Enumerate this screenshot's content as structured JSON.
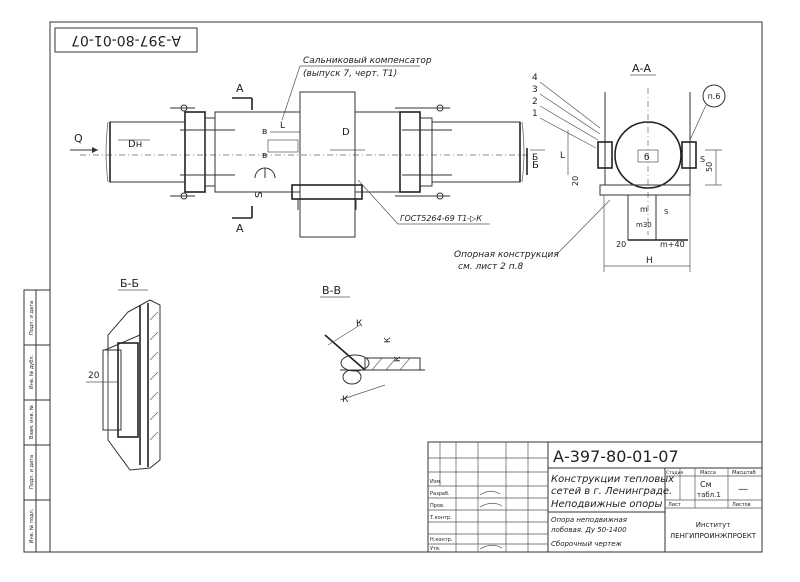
{
  "drawing": {
    "code_rotated": "А-397-80-01-07",
    "code": "А-397-80-01-07"
  },
  "plan_view": {
    "section_a_top": "А",
    "section_a_bottom": "А",
    "section_b": "Б",
    "flow_q": "Q",
    "diameter_d": "Dн",
    "dim_s": "S",
    "dim_L": "L",
    "dim_D": "D",
    "dim_b1": "в",
    "dim_b2": "в",
    "callout_compensator": "Сальниковый компенсатор",
    "callout_compensator_ref": "(выпуск 7, черт. Т1)",
    "callout_gost": "ГОСТ5264-69 Т1-▷К"
  },
  "section_aa": {
    "title": "А-А",
    "leader_1": "1",
    "leader_2": "2",
    "leader_3": "3",
    "leader_4": "4",
    "ref_p6": "п.6",
    "label_b": "б",
    "label_b_small": "Б",
    "dim_L": "L",
    "dim_20": "20",
    "dim_50": "50",
    "dim_m": "m",
    "dim_m30": "m30",
    "dim_20b": "20",
    "dim_m40": "m+40",
    "dim_H": "H",
    "support_note_1": "Опорная конструкция",
    "support_note_2": "см. лист 2 п.8"
  },
  "section_bb": {
    "title": "Б-Б",
    "dim_20": "20"
  },
  "section_vv": {
    "title": "В-В",
    "k1": "К",
    "k2": "К",
    "k3": "К",
    "k4": "К"
  },
  "side_stamp": {
    "cells": [
      "Инв. № подл.",
      "Подп. и дата",
      "Взам. инв. №",
      "Инв. № дубл.",
      "Подп. и дата"
    ]
  },
  "title_block": {
    "title_line_1": "Конструкции тепловых",
    "title_line_2": "сетей в г. Ленинграде.",
    "title_line_3": "Неподвижные опоры",
    "desc_line_1": "Опора неподвижная",
    "desc_line_2": "лобовая. Ду 50-1400",
    "desc_line_3": "Сборочный чертеж",
    "sheet_label": "Лист",
    "sheets_label": "Листов",
    "stage_label": "Стадия",
    "mass_label": "Масса",
    "scale_label": "Масштаб",
    "see_note": "См",
    "see_ref": "табл.1",
    "dash_value": "—",
    "institute_1": "Институт",
    "institute_2": "ЛЕНГИПРОИНЖПРОЕКТ",
    "rows": [
      "Изм.",
      "Разраб.",
      "Пров.",
      "Т.контр.",
      "Н.контр.",
      "Утв."
    ]
  }
}
